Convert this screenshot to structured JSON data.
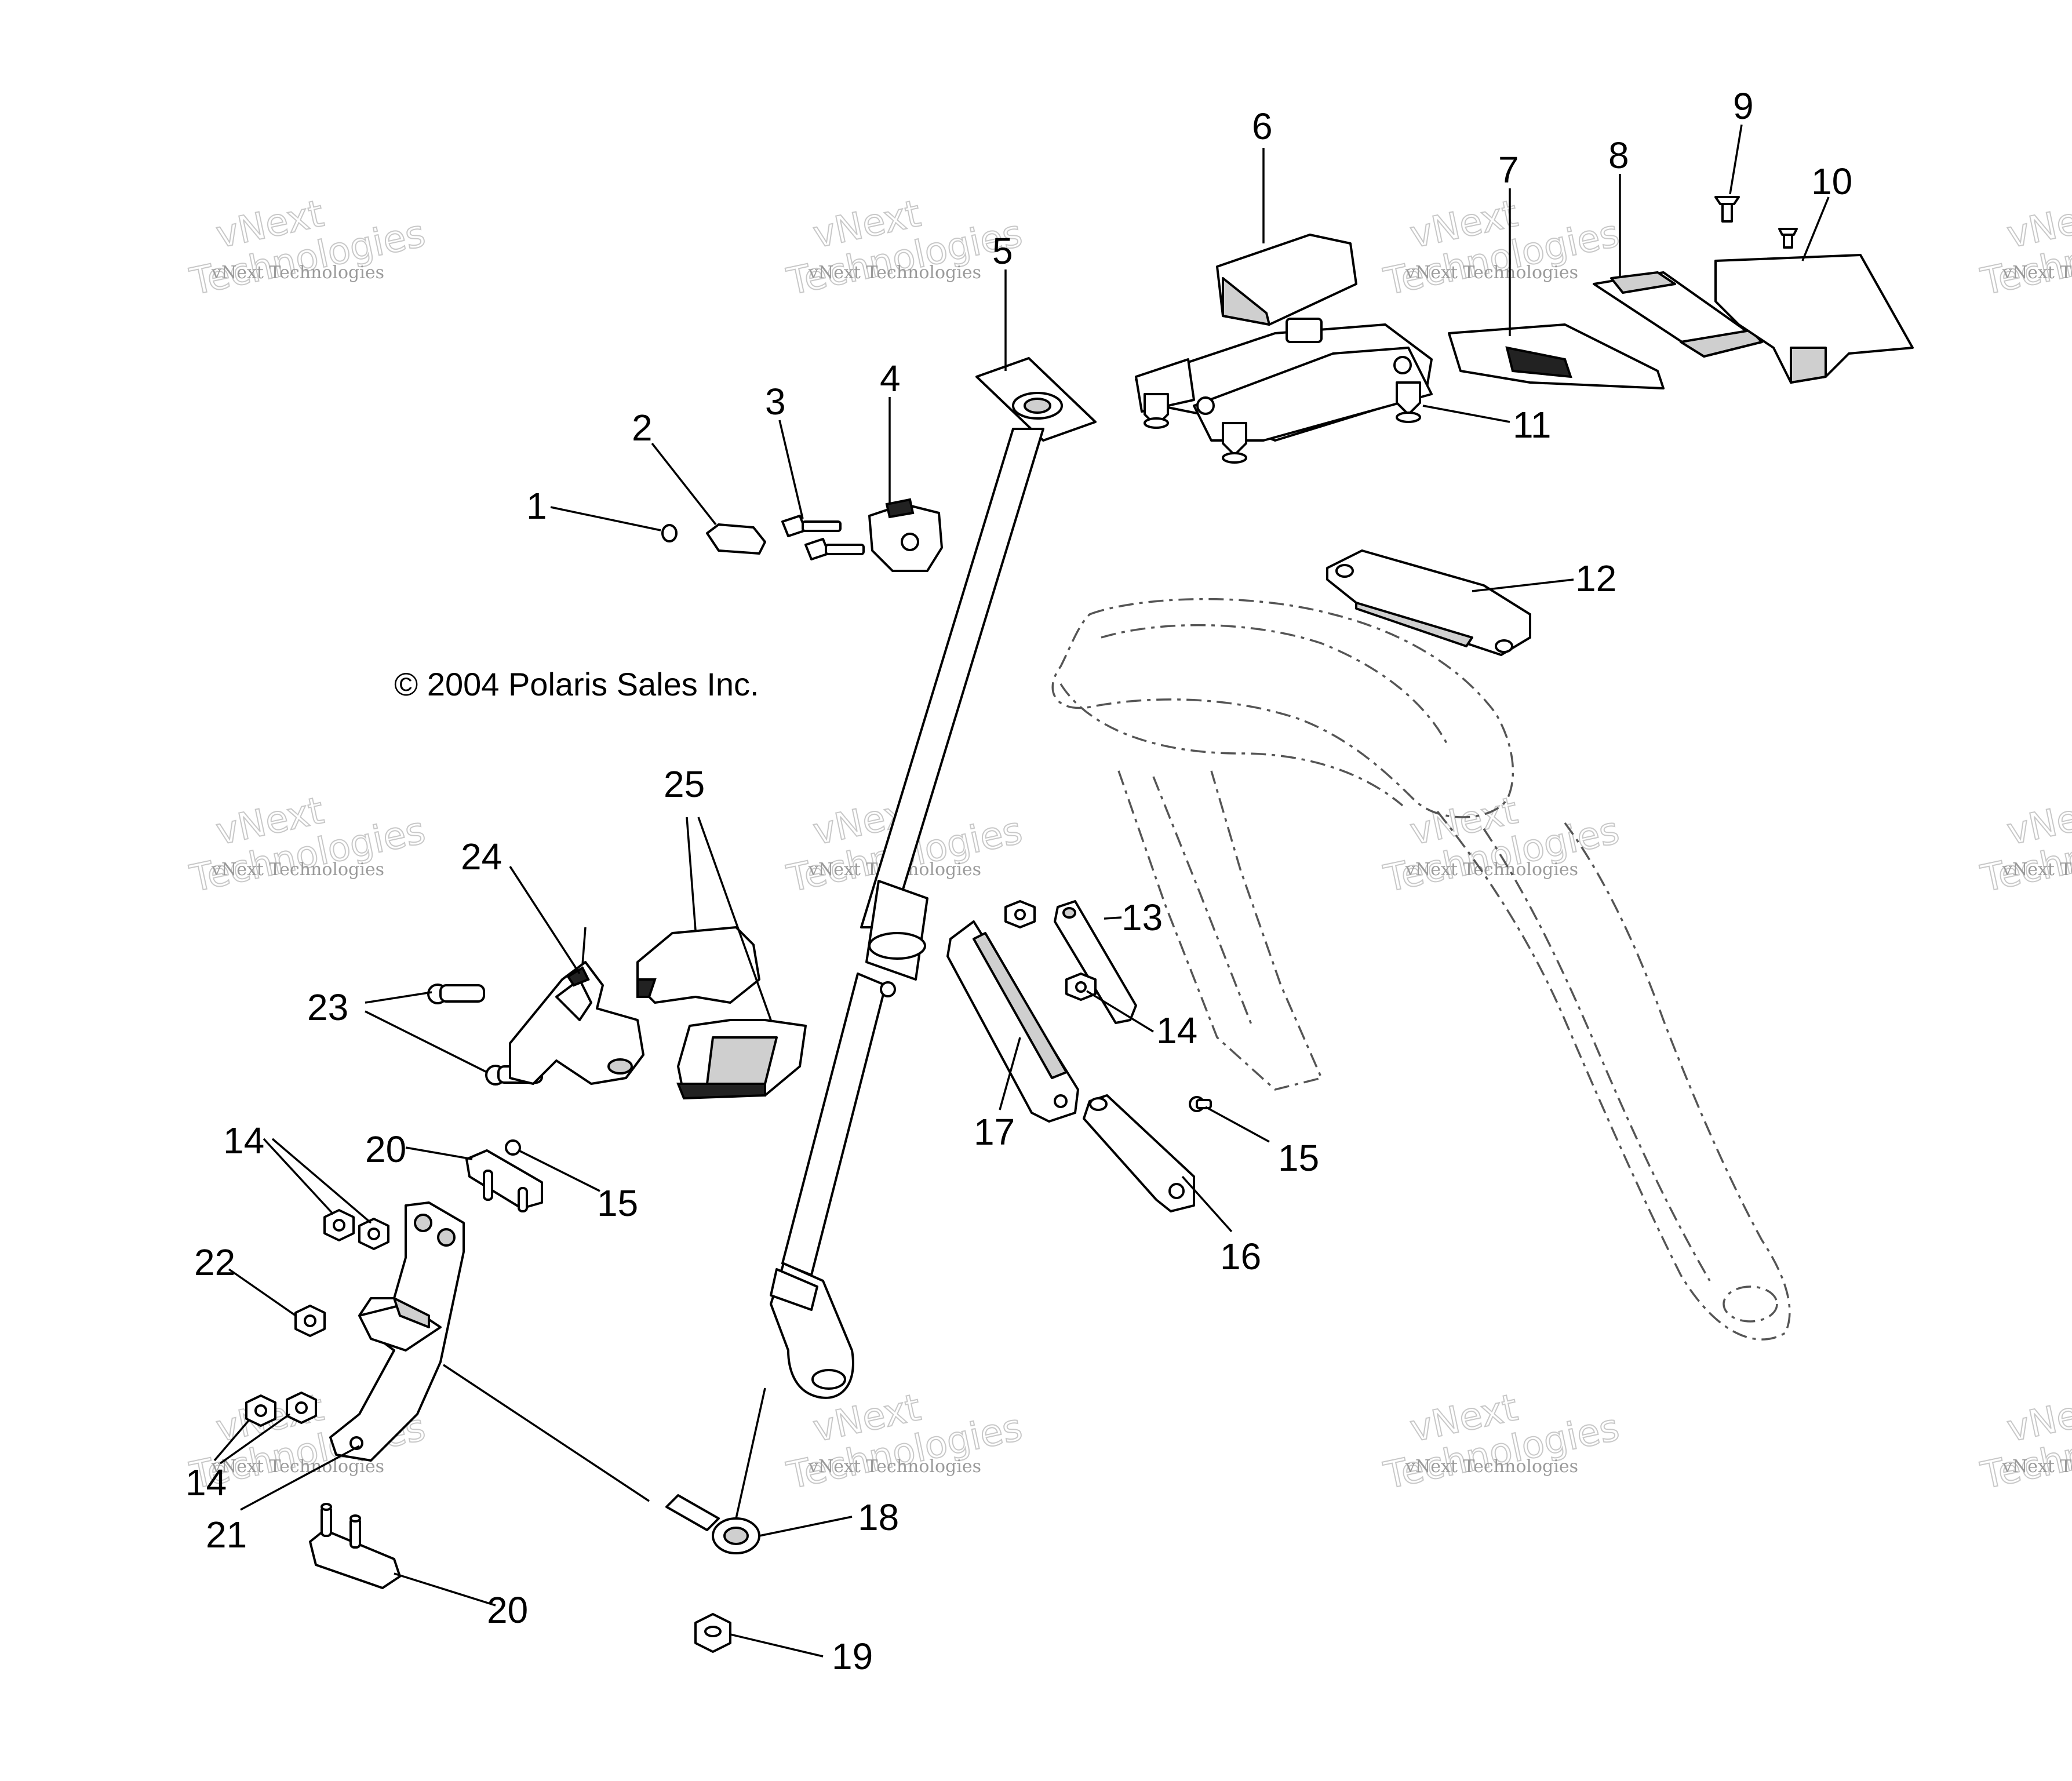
{
  "copyright": "© 2004 Polaris Sales Inc.",
  "watermark": {
    "line_large_1": "vNext",
    "line_large_2": "Technologies",
    "line_small": "vNext Technologies"
  },
  "callouts": {
    "c1": "1",
    "c2": "2",
    "c3": "3",
    "c4": "4",
    "c5": "5",
    "c6": "6",
    "c7": "7",
    "c8": "8",
    "c9": "9",
    "c10": "10",
    "c11": "11",
    "c12": "12",
    "c13": "13",
    "c14a": "14",
    "c14b": "14",
    "c14c": "14",
    "c15a": "15",
    "c15b": "15",
    "c16": "16",
    "c17": "17",
    "c18": "18",
    "c19": "19",
    "c20a": "20",
    "c20b": "20",
    "c21": "21",
    "c22": "22",
    "c23": "23",
    "c24": "24",
    "c25": "25"
  }
}
